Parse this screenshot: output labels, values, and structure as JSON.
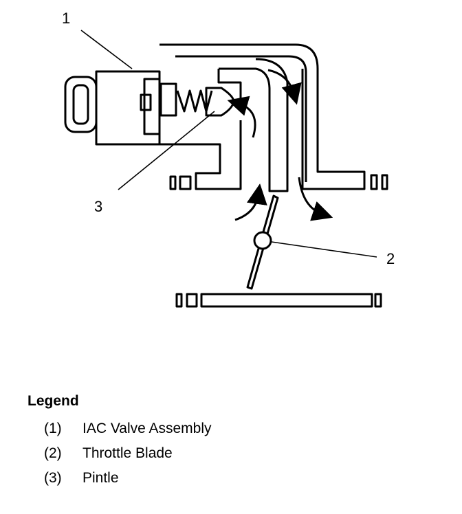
{
  "callouts": {
    "c1": "1",
    "c2": "2",
    "c3": "3"
  },
  "legend": {
    "title": "Legend",
    "items": [
      {
        "num": "(1)",
        "label": "IAC Valve Assembly"
      },
      {
        "num": "(2)",
        "label": "Throttle Blade"
      },
      {
        "num": "(3)",
        "label": "Pintle"
      }
    ]
  }
}
